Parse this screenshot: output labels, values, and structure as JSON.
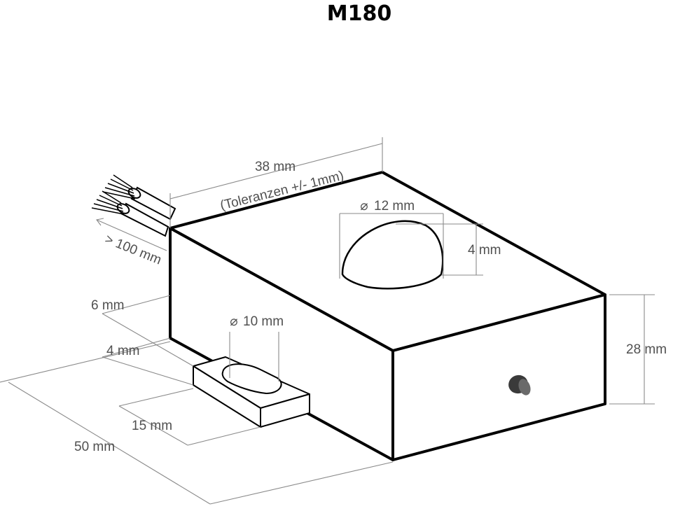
{
  "title": "M180",
  "dimensions": {
    "length": "38 mm",
    "tolerance": "(Toleranzen +/- 1mm)",
    "dome_diameter": "12 mm",
    "dome_height": "4 mm",
    "cable_length": "> 100 mm",
    "tab_offset": "6 mm",
    "tab_height": "4 mm",
    "hole_diameter": "10 mm",
    "tab_depth": "15 mm",
    "width": "50 mm",
    "height": "28 mm"
  },
  "symbols": {
    "diameter": "⌀"
  }
}
